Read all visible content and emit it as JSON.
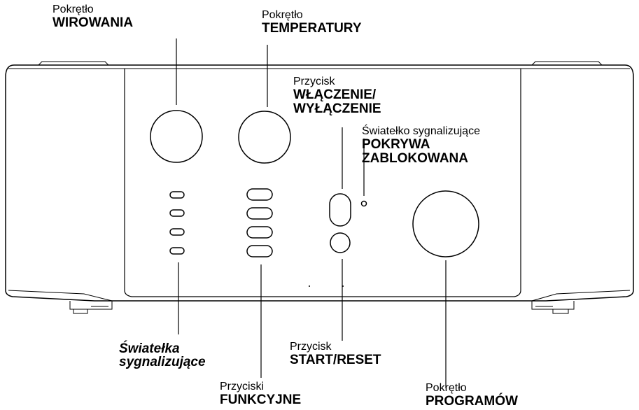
{
  "labels": {
    "spin_knob": {
      "caption": "Pokrętło",
      "name": "WIROWANIA"
    },
    "temp_knob": {
      "caption": "Pokrętło",
      "name": "TEMPERATURY"
    },
    "power_button": {
      "caption": "Przycisk",
      "name_line1": "WŁĄCZENIE/",
      "name_line2": "WYŁĄCZENIE"
    },
    "lid_light": {
      "caption": "Światełko sygnalizujące",
      "name_line1": "POKRYWA",
      "name_line2": "ZABLOKOWANA"
    },
    "indicator_lights": {
      "line1": "Światełka",
      "line2": "sygnalizujące"
    },
    "start_reset": {
      "caption": "Przycisk",
      "name": "START/RESET"
    },
    "function_buttons": {
      "caption": "Przyciski",
      "name": "FUNKCYJNE"
    },
    "program_knob": {
      "caption": "Pokrętło",
      "name": "PROGRAMÓW"
    }
  }
}
